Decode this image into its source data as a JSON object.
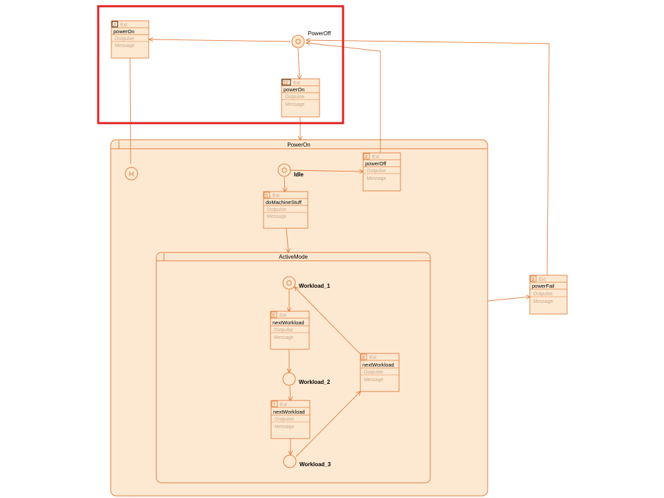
{
  "states": {
    "power_off": "PowerOff",
    "power_on": "PowerOn",
    "idle": "Idle",
    "active_mode": "ActiveMode",
    "workload_1": "Workload_1",
    "workload_2": "Workload_2",
    "workload_3": "Workload_3"
  },
  "transitions": [
    {
      "id": "3",
      "kind": "Ext",
      "event": "powerOn",
      "outpulse": "Outpulse",
      "message": "Message"
    },
    {
      "id": "22",
      "kind": "Ext",
      "event": "powerOn",
      "outpulse": "Outpulse",
      "message": "Message"
    },
    {
      "id": "4",
      "kind": "Ext",
      "event": "powerOff",
      "outpulse": "Outpulse",
      "message": "Message"
    },
    {
      "id": "5",
      "kind": "Ext",
      "event": "doMachineStuff",
      "outpulse": "Outpulse",
      "message": "Message"
    },
    {
      "id": "9",
      "kind": "Ext",
      "event": "powerFail",
      "outpulse": "Outpulse",
      "message": "Message"
    },
    {
      "id": "6",
      "kind": "Ext",
      "event": "nextWorkload",
      "outpulse": "Outpulse",
      "message": "Message"
    },
    {
      "id": "8",
      "kind": "Ext",
      "event": "nextWorkload",
      "outpulse": "Outpulse",
      "message": "Message"
    },
    {
      "id": "7",
      "kind": "Ext",
      "event": "nextWorkload",
      "outpulse": "Outpulse",
      "message": "Message"
    }
  ],
  "history_symbol": "H",
  "colors": {
    "stroke": "#e07b39",
    "fill_region": "#fde9d2",
    "fill_box": "#fde9d2",
    "highlight": "#e02020",
    "muted_text": "#c9a58a",
    "text": "#000000"
  }
}
